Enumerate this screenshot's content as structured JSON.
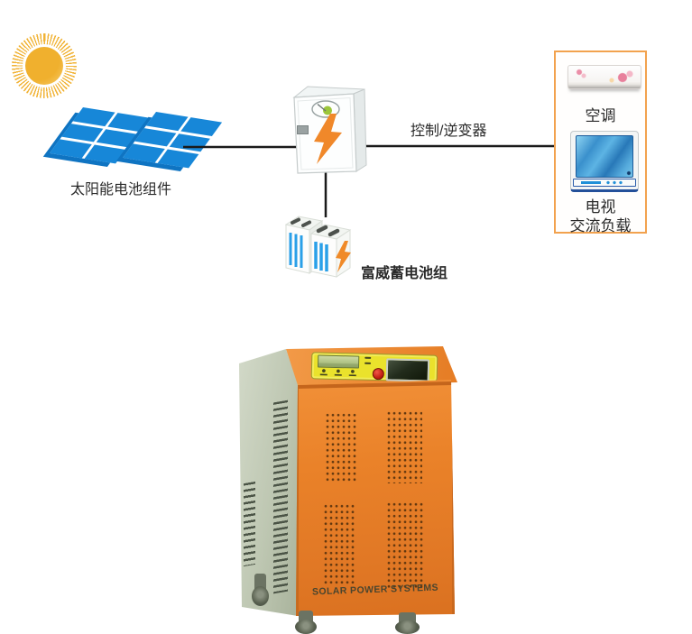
{
  "labels": {
    "solar_modules": "太阳能电池组件",
    "controller_inverter": "控制/逆变器",
    "battery_pack": "富威蓄电池组"
  },
  "load_box": {
    "air_conditioner": "空调",
    "tv": "电视",
    "ac_load": "交流负载",
    "border_color": "#f2a24e"
  },
  "machine": {
    "brand": "SOLAR POWER SYSTEMS",
    "body_color": "#e8812b",
    "side_color": "#b8c1ad",
    "control_panel_color": "#eae22c"
  },
  "colors": {
    "wire": "#1a1a1a",
    "solar_cell_blue": "#1787d8",
    "sun_yellow": "#f0b02e",
    "lightning_orange": "#f0882a",
    "battery_stripe_blue": "#2aa0e8"
  },
  "icons": [
    "sun-icon",
    "solar-panel-icon",
    "inverter-box-icon",
    "gauge-icon",
    "lightning-bolt-icon",
    "battery-pack-icon",
    "air-conditioner-icon",
    "tv-icon",
    "caster-wheel-icon"
  ]
}
